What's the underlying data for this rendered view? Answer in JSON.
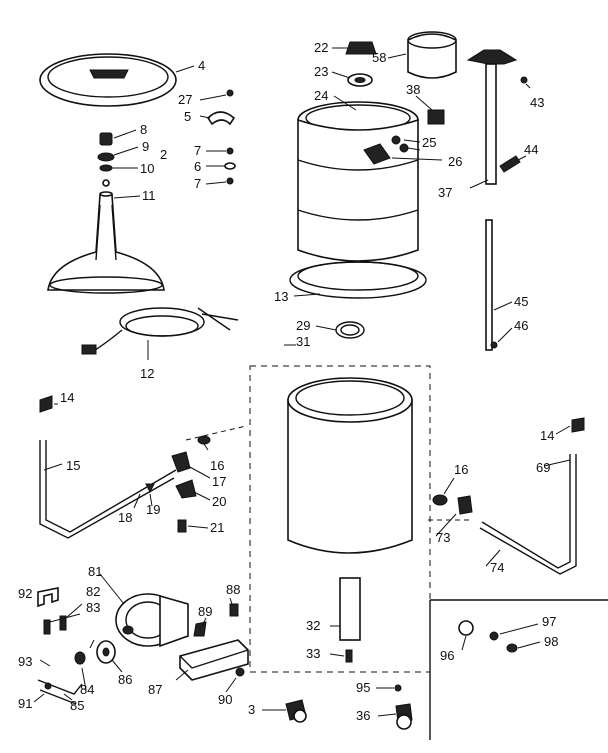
{
  "diagram": {
    "part_numbers": [
      "4",
      "27",
      "5",
      "8",
      "9",
      "2",
      "10",
      "7",
      "6",
      "7",
      "11",
      "12",
      "22",
      "23",
      "58",
      "24",
      "38",
      "43",
      "25",
      "26",
      "44",
      "37",
      "13",
      "29",
      "31",
      "45",
      "46",
      "14",
      "15",
      "16",
      "17",
      "18",
      "19",
      "20",
      "21",
      "14",
      "69",
      "16",
      "73",
      "74",
      "81",
      "82",
      "83",
      "92",
      "93",
      "84",
      "85",
      "91",
      "86",
      "87",
      "88",
      "89",
      "90",
      "32",
      "33",
      "97",
      "98",
      "96",
      "95",
      "3",
      "36"
    ]
  }
}
